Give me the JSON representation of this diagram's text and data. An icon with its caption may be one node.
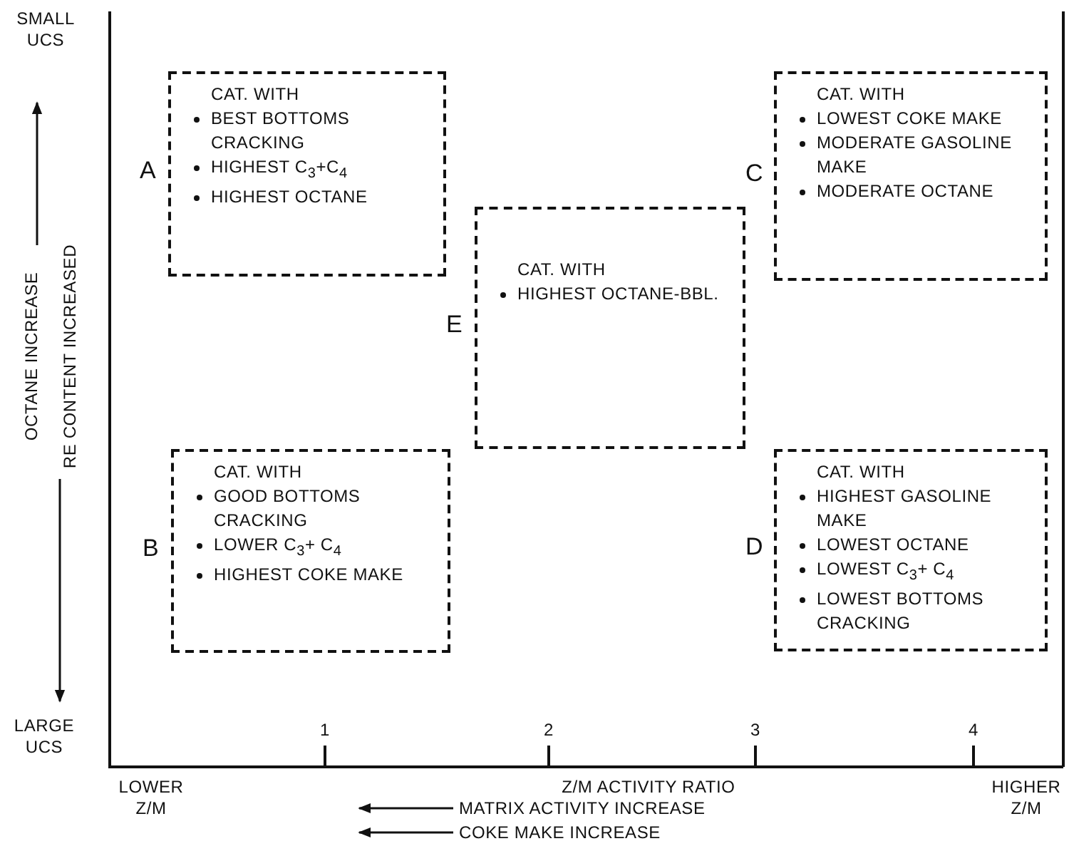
{
  "diagram": {
    "nodes": [
      {
        "text": [
          "CAT. WITH",
          "BEST BOTTOMS CRACKING",
          "HIGHEST C$_{3}$+C$_{4}$",
          "HIGHEST OCTANE"
        ],
        "beside": [
          "A"
        ]
      },
      {
        "text": [
          "CAT. WITH",
          "LOWEST COKE MAKE",
          "MODERATE GASOLINE MAKE",
          "MODERATE OCTANE"
        ],
        "beside": [
          "C"
        ]
      },
      {
        "text": [
          "CAT. WITH",
          "HIGHEST OCTANE-BBL."
        ],
        "beside": [
          "E"
        ]
      },
      {
        "text": [
          "CAT. WITH",
          "GOOD BOTTOMS CRACKING",
          "LOWER C$_{3}$+ C$_{4}$",
          "HIGHEST COKE MAKE"
        ],
        "beside": [
          "B"
        ]
      },
      {
        "text": [
          "CAT. WITH",
          "HIGHEST GASOLINE MAKE",
          "LOWEST OCTANE",
          "LOWEST C$_{3}$+ C$_{4}$",
          "LOWEST BOTTOMS CRACKING"
        ],
        "beside": [
          "D"
        ]
      }
    ],
    "labels": [
      "SMALL UCS",
      "OCTANE INCREASE",
      "RE CONTENT INCREASED",
      "LARGE UCS",
      "1",
      "2",
      "3",
      "4",
      "LOWER Z/M",
      "Z/M ACTIVITY RATIO",
      "HIGHER Z/M",
      "MATRIX ACTIVITY INCREASE",
      "COKE MAKE INCREASE"
    ]
  }
}
